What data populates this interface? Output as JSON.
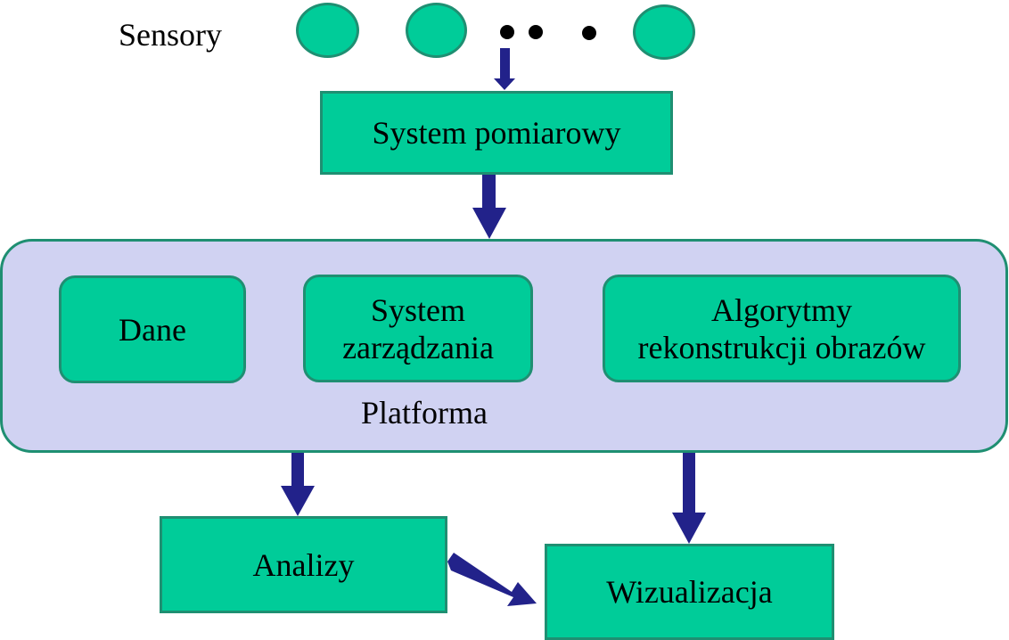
{
  "diagram": {
    "sensors_label": "Sensory",
    "sensor_count_shown": 3,
    "ellipsis_dots": 3,
    "measurement_system": "System pomiarowy",
    "platform": {
      "label": "Platforma",
      "modules": [
        {
          "label": "Dane"
        },
        {
          "label_line1": "System",
          "label_line2": "zarządzania"
        },
        {
          "label_line1": "Algorytmy",
          "label_line2": "rekonstrukcji obrazów"
        }
      ]
    },
    "analysis": "Analizy",
    "visualization": "Wizualizacja",
    "colors": {
      "box_fill": "#00cc99",
      "box_border": "#1f8f72",
      "platform_fill": "#d0d2f2",
      "arrow": "#22228a"
    },
    "edges": [
      {
        "from": "Sensory",
        "to": "System pomiarowy"
      },
      {
        "from": "System pomiarowy",
        "to": "Platforma"
      },
      {
        "from": "Platforma",
        "to": "Analizy"
      },
      {
        "from": "Platforma",
        "to": "Wizualizacja"
      },
      {
        "from": "Analizy",
        "to": "Wizualizacja"
      }
    ]
  }
}
